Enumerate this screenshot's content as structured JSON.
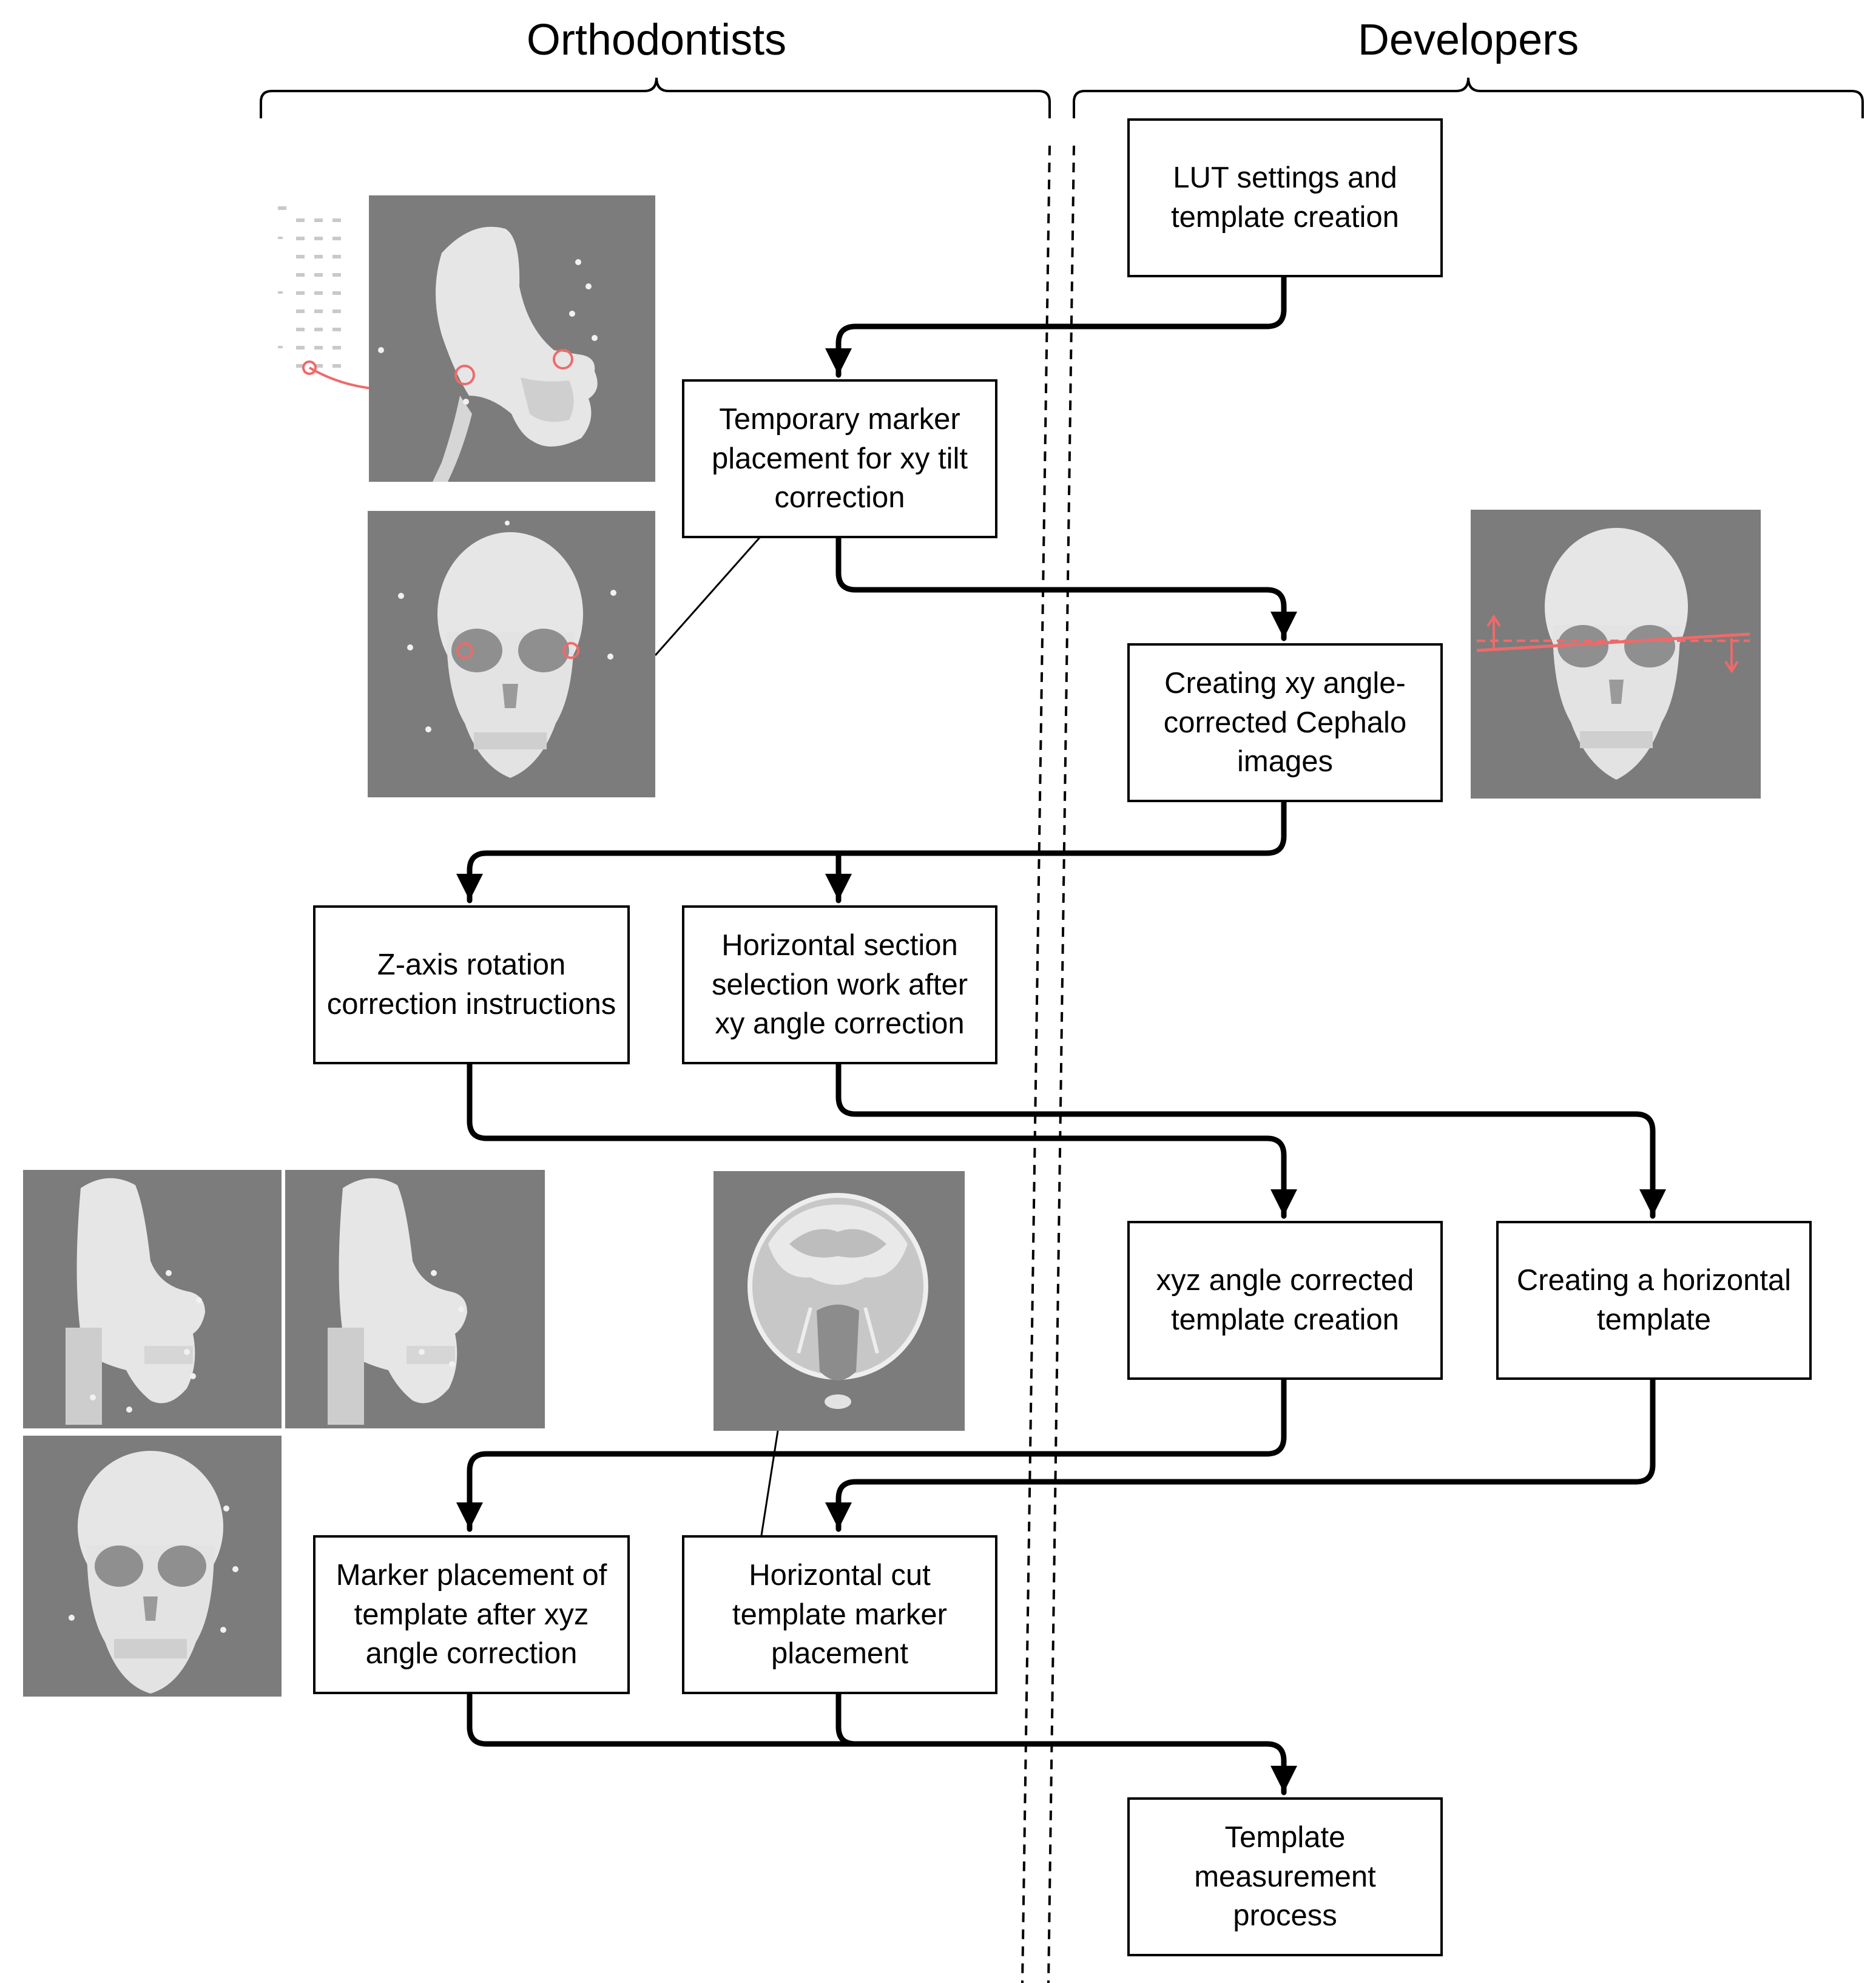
{
  "columns": {
    "left": "Orthodontists",
    "right": "Developers"
  },
  "steps": {
    "lut": [
      "LUT settings and",
      "template creation"
    ],
    "temp_marker": [
      "Temporary marker",
      "placement for xy tilt",
      "correction"
    ],
    "xy_corrected": [
      "Creating xy angle-",
      "corrected Cephalo",
      "images"
    ],
    "z_axis": [
      "Z-axis rotation",
      "correction instructions"
    ],
    "horiz_section": [
      "Horizontal section",
      "selection work after",
      "xy angle correction"
    ],
    "xyz_template": [
      "xyz angle corrected",
      "template creation"
    ],
    "horiz_template": [
      "Creating a horizontal",
      "template"
    ],
    "marker_xyz": [
      "Marker placement of",
      "template after xyz",
      "angle correction"
    ],
    "horiz_cut": [
      "Horizontal cut",
      "template marker",
      "placement"
    ],
    "measurement": [
      "Template",
      "measurement",
      "process"
    ]
  },
  "colors": {
    "scan_background": "#7c7c7c",
    "bone": "#e6e6e6",
    "marker": "#ee6a6a",
    "line": "#000000"
  }
}
